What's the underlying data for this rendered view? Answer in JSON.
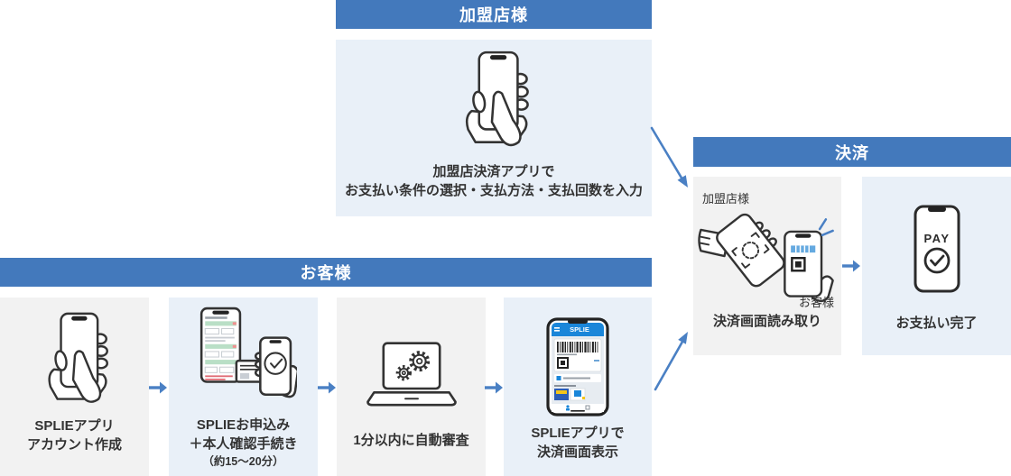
{
  "colors": {
    "header_bar_blue": "#4379bc",
    "panel_light_blue": "#e9f0f8",
    "panel_gray": "#f2f2f2",
    "arrow_blue": "#4a80c4",
    "text_dark": "#333333",
    "app_screen_blue": "#1a86d9",
    "scan_barcode_blue": "#64a9e0"
  },
  "merchant_section": {
    "header_label": "加盟店様",
    "caption_lines": [
      "加盟店決済アプリで",
      "お支払い条件の選択・支払方法・支払回数を入力"
    ]
  },
  "customer_section": {
    "header_label": "お客様",
    "steps": [
      {
        "caption_lines": [
          "SPLIEアプリ",
          "アカウント作成"
        ]
      },
      {
        "caption_lines": [
          "SPLIEお申込み",
          "＋本人確認手続き",
          "（約15〜20分）"
        ]
      },
      {
        "caption_lines": [
          "1分以内に自動審査"
        ]
      },
      {
        "caption_lines": [
          "SPLIEアプリで",
          "決済画面表示"
        ]
      }
    ]
  },
  "payment_section": {
    "header_label": "決済",
    "scan_step": {
      "merchant_label": "加盟店様",
      "customer_label": "お客様",
      "caption": "決済画面読み取り"
    },
    "complete_step": {
      "phone_screen_label": "PAY",
      "caption": "お支払い完了"
    }
  },
  "app_phone": {
    "app_name": "SPLIE"
  }
}
